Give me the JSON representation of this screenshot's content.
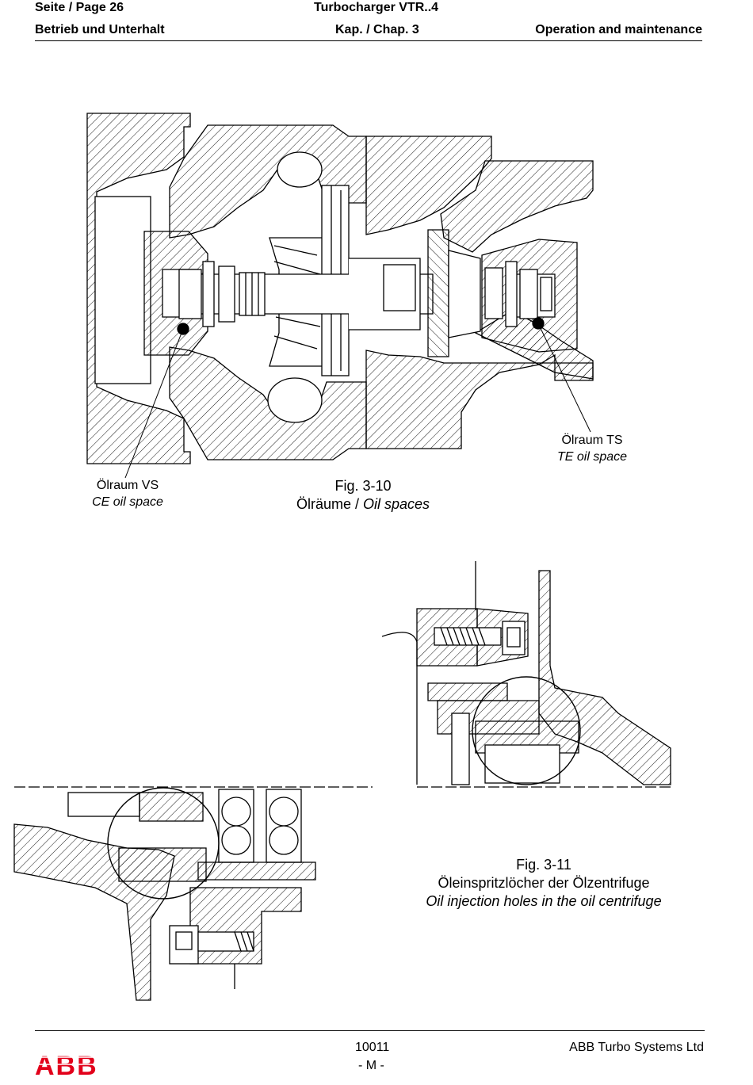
{
  "header": {
    "page_label": "Seite / Page  26",
    "product": "Turbocharger VTR..4",
    "section_de": "Betrieb und Unterhalt",
    "chapter": "Kap. / Chap. 3",
    "section_en": "Operation and maintenance"
  },
  "figure_3_10": {
    "number": "Fig. 3-10",
    "title_de": "Ölräume / ",
    "title_en": "Oil spaces",
    "callout_vs_de": "Ölraum VS",
    "callout_vs_en": "CE oil space",
    "callout_ts_de": "Ölraum TS",
    "callout_ts_en": "TE oil space"
  },
  "figure_3_11": {
    "number": "Fig. 3-11",
    "title_de": "Öleinspritzlöcher der Ölzentrifuge",
    "title_en": "Oil injection holes in the oil centrifuge"
  },
  "footer": {
    "doc_number": "10011",
    "revision": "- M -",
    "company": "ABB Turbo Systems Ltd",
    "logo_text": "ABB",
    "logo_color": "#e2001a"
  }
}
